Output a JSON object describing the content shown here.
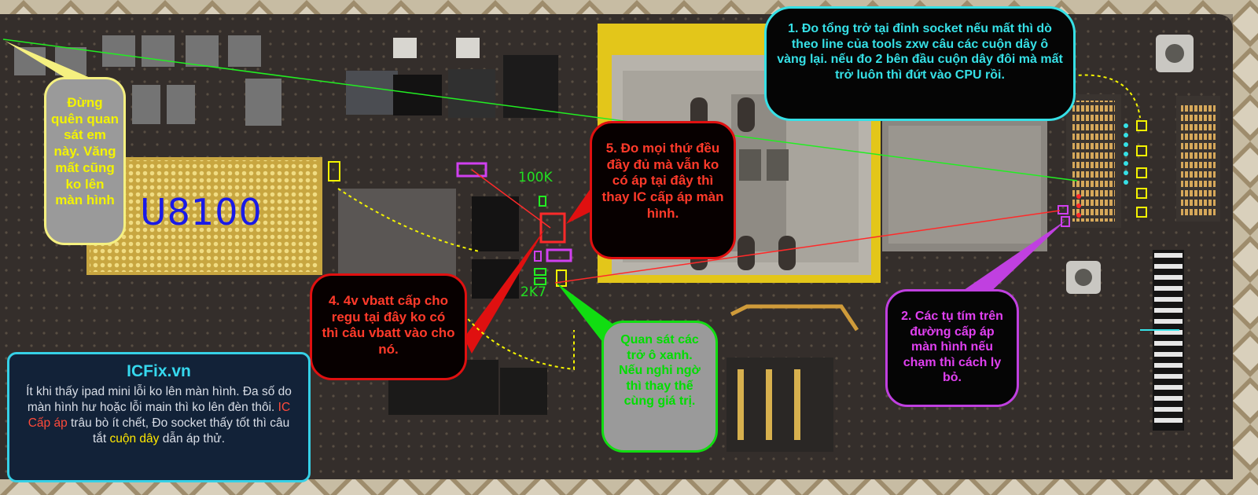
{
  "labels": {
    "chip": "U8100",
    "resistor_top": "100K",
    "resistor_bottom": "2K7"
  },
  "callouts": {
    "step1": "1. Đo tổng trở tại đỉnh socket nếu mất thì dò theo line của tools zxw câu các cuộn dây ô vàng lại. nếu đo 2 bên đầu cuộn dây đôi mà mất trở luôn thì đứt vào CPU rồi.",
    "step2": "2. Các tụ tím trên đường cấp áp màn hình nếu chạm thì cách ly bỏ.",
    "step4": "4. 4v vbatt cấp cho regu tại đây ko có thì câu vbatt vào cho nó.",
    "step5": "5. Đo mọi thứ đều đầy đủ mà vẫn ko có áp tại đây thì thay IC cấp áp màn hình.",
    "green_note": "Quan sát các trở ô xanh. Nếu nghi ngờ thì thay thế cùng giá trị.",
    "yellow_note": "Đừng quên quan sát em này. Văng mất cũng ko lên màn hình"
  },
  "info": {
    "title": "ICFix.vn",
    "line_a": "Ít khi thấy ipad mini lỗi ko lên màn hình. Đa số do màn hình hư hoặc lỗi main thì ko lên đèn thôi. ",
    "ic_highlight": "IC Cấp áp",
    "line_b": " trâu bò ít chết, Đo socket thấy tốt thì câu tắt ",
    "coil_highlight": "cuộn dây",
    "line_c": " dẫn áp thử."
  },
  "colors": {
    "board": "#2f2a28",
    "cyan": "#36e0e6",
    "red": "#e01010",
    "green": "#11dd11",
    "purple": "#c040e0",
    "yellow": "#f3f300"
  }
}
